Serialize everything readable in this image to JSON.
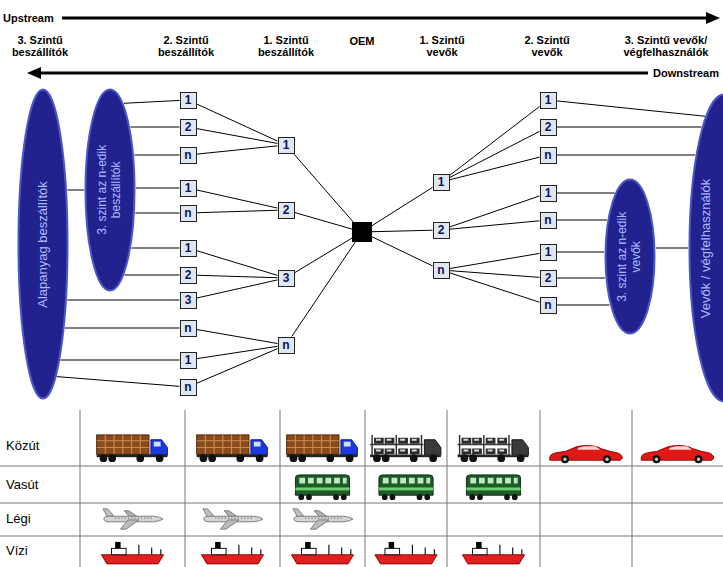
{
  "diagram": {
    "nodes": [
      {
        "text": [
          "Alapanyag beszállítók"
        ]
      },
      {
        "text": [
          "3. szint az n-edik beszállítók"
        ]
      },
      {
        "text": [
          "1"
        ]
      },
      {
        "text": [
          "2"
        ]
      },
      {
        "text": [
          "n"
        ]
      },
      {
        "text": [
          "1"
        ]
      },
      {
        "text": [
          "n"
        ]
      },
      {
        "text": [
          "1"
        ]
      },
      {
        "text": [
          "2"
        ]
      },
      {
        "text": [
          "3"
        ]
      },
      {
        "text": [
          "n"
        ]
      },
      {
        "text": [
          "1"
        ]
      },
      {
        "text": [
          "n"
        ]
      },
      {
        "text": [
          "1"
        ]
      },
      {
        "text": [
          "2"
        ]
      },
      {
        "text": [
          "3"
        ]
      },
      {
        "text": [
          "n"
        ]
      },
      {
        "text": [
          "OEM"
        ]
      },
      {
        "text": [
          "1"
        ]
      },
      {
        "text": [
          "2"
        ]
      },
      {
        "text": [
          "n"
        ]
      },
      {
        "text": [
          "1"
        ]
      },
      {
        "text": [
          "2"
        ]
      },
      {
        "text": [
          "n"
        ]
      },
      {
        "text": [
          "1"
        ]
      },
      {
        "text": [
          "n"
        ]
      },
      {
        "text": [
          "1"
        ]
      },
      {
        "text": [
          "2"
        ]
      },
      {
        "text": [
          "n"
        ]
      },
      {
        "text": [
          "3. szint az n-edik vevők"
        ]
      },
      {
        "text": [
          "Vevők / végfelhasználók"
        ]
      }
    ],
    "edges": [
      {
        "from": 0,
        "to": 1,
        "arrow": "none"
      },
      {
        "from": 0,
        "to": 9,
        "arrow": "none"
      },
      {
        "from": 0,
        "to": 10,
        "arrow": "none"
      },
      {
        "from": 0,
        "to": 11,
        "arrow": "none"
      },
      {
        "from": 0,
        "to": 12,
        "arrow": "none"
      },
      {
        "from": 1,
        "to": 2,
        "arrow": "none"
      },
      {
        "from": 1,
        "to": 3,
        "arrow": "none"
      },
      {
        "from": 1,
        "to": 4,
        "arrow": "none"
      },
      {
        "from": 1,
        "to": 5,
        "arrow": "none"
      },
      {
        "from": 1,
        "to": 6,
        "arrow": "none"
      },
      {
        "from": 1,
        "to": 7,
        "arrow": "none"
      },
      {
        "from": 1,
        "to": 8,
        "arrow": "none"
      },
      {
        "from": 2,
        "to": 13,
        "arrow": "none"
      },
      {
        "from": 3,
        "to": 13,
        "arrow": "none"
      },
      {
        "from": 4,
        "to": 13,
        "arrow": "none"
      },
      {
        "from": 5,
        "to": 14,
        "arrow": "none"
      },
      {
        "from": 6,
        "to": 14,
        "arrow": "none"
      },
      {
        "from": 7,
        "to": 15,
        "arrow": "none"
      },
      {
        "from": 8,
        "to": 15,
        "arrow": "none"
      },
      {
        "from": 9,
        "to": 15,
        "arrow": "none"
      },
      {
        "from": 10,
        "to": 16,
        "arrow": "none"
      },
      {
        "from": 11,
        "to": 16,
        "arrow": "none"
      },
      {
        "from": 12,
        "to": 16,
        "arrow": "none"
      },
      {
        "from": 13,
        "to": 17,
        "arrow": "none"
      },
      {
        "from": 14,
        "to": 17,
        "arrow": "none"
      },
      {
        "from": 15,
        "to": 17,
        "arrow": "none"
      },
      {
        "from": 16,
        "to": 17,
        "arrow": "none"
      },
      {
        "from": 17,
        "to": 18,
        "arrow": "none"
      },
      {
        "from": 17,
        "to": 19,
        "arrow": "none"
      },
      {
        "from": 17,
        "to": 20,
        "arrow": "none"
      },
      {
        "from": 18,
        "to": 21,
        "arrow": "none"
      },
      {
        "from": 18,
        "to": 22,
        "arrow": "none"
      },
      {
        "from": 18,
        "to": 23,
        "arrow": "none"
      },
      {
        "from": 19,
        "to": 24,
        "arrow": "none"
      },
      {
        "from": 19,
        "to": 25,
        "arrow": "none"
      },
      {
        "from": 20,
        "to": 26,
        "arrow": "none"
      },
      {
        "from": 20,
        "to": 27,
        "arrow": "none"
      },
      {
        "from": 20,
        "to": 28,
        "arrow": "none"
      },
      {
        "from": 21,
        "to": 30,
        "arrow": "none"
      },
      {
        "from": 22,
        "to": 30,
        "arrow": "none"
      },
      {
        "from": 23,
        "to": 30,
        "arrow": "none"
      },
      {
        "from": 24,
        "to": 29,
        "arrow": "none"
      },
      {
        "from": 25,
        "to": 29,
        "arrow": "none"
      },
      {
        "from": 26,
        "to": 29,
        "arrow": "none"
      },
      {
        "from": 27,
        "to": 29,
        "arrow": "none"
      },
      {
        "from": 28,
        "to": 29,
        "arrow": "none"
      },
      {
        "from": 29,
        "to": 30,
        "arrow": "none"
      }
    ],
    "labels": [
      "Upstream",
      "3. Szintű beszállítók",
      "2. Szintű beszállítók",
      "1. Szintű beszállítók",
      "1. Szintű vevők",
      "2. Szintű vevők",
      "3. Szintű vevők/ végfelhasználók",
      "Downstream",
      "Közút",
      "Vasút",
      "Légi",
      "Vízi"
    ]
  }
}
